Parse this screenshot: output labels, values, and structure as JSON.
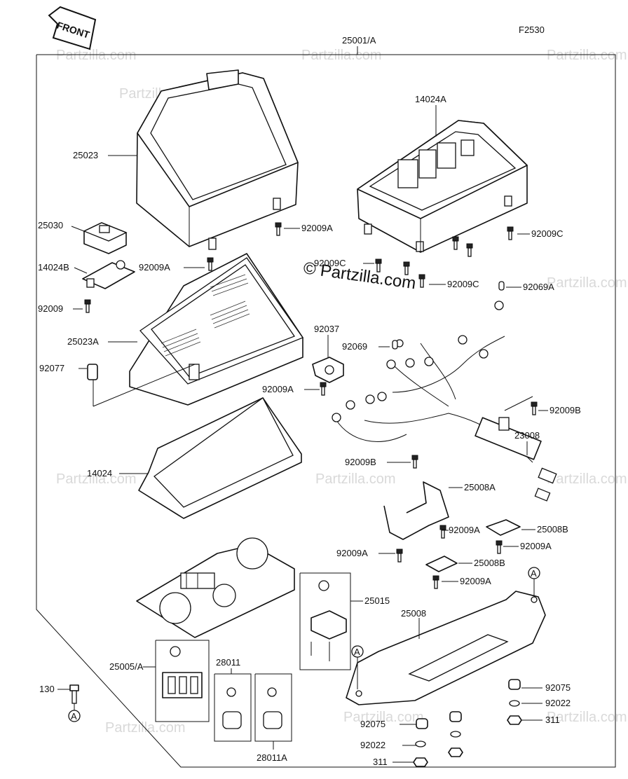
{
  "front_tag": "FRONT",
  "figure_code": "F2530",
  "assembly_label": "25001/A",
  "watermark": "Partzilla.com",
  "watermark_main": "© Partzilla.com",
  "parts": {
    "p25023": "25023",
    "p14024A": "14024A",
    "p25030": "25030",
    "p92009A_1": "92009A",
    "p92009C_1": "92009C",
    "p14024B": "14024B",
    "p92009A_2": "92009A",
    "p92009C_2": "92009C",
    "p92009C_3": "92009C",
    "p92069A": "92069A",
    "p92009_solo": "92009",
    "p92037": "92037",
    "p25023A": "25023A",
    "p92069": "92069",
    "p92077": "92077",
    "p92009A_3": "92009A",
    "p92009B_1": "92009B",
    "p23008": "23008",
    "p14024": "14024",
    "p92009B_2": "92009B",
    "p25008A": "25008A",
    "p92009A_4": "92009A",
    "p25008B_1": "25008B",
    "p92009A_5": "92009A",
    "p92009A_6": "92009A",
    "p25008B_2": "25008B",
    "p92009A_7": "92009A",
    "p25015": "25015",
    "p25008": "25008",
    "p25005A": "25005/A",
    "p28011": "28011",
    "p130": "130",
    "p92075_1": "92075",
    "p92022_1": "92022",
    "p311_1": "311",
    "p92075_2": "92075",
    "p92022_2": "92022",
    "p311_2": "311",
    "p28011A": "28011A",
    "ref_a": "A"
  }
}
